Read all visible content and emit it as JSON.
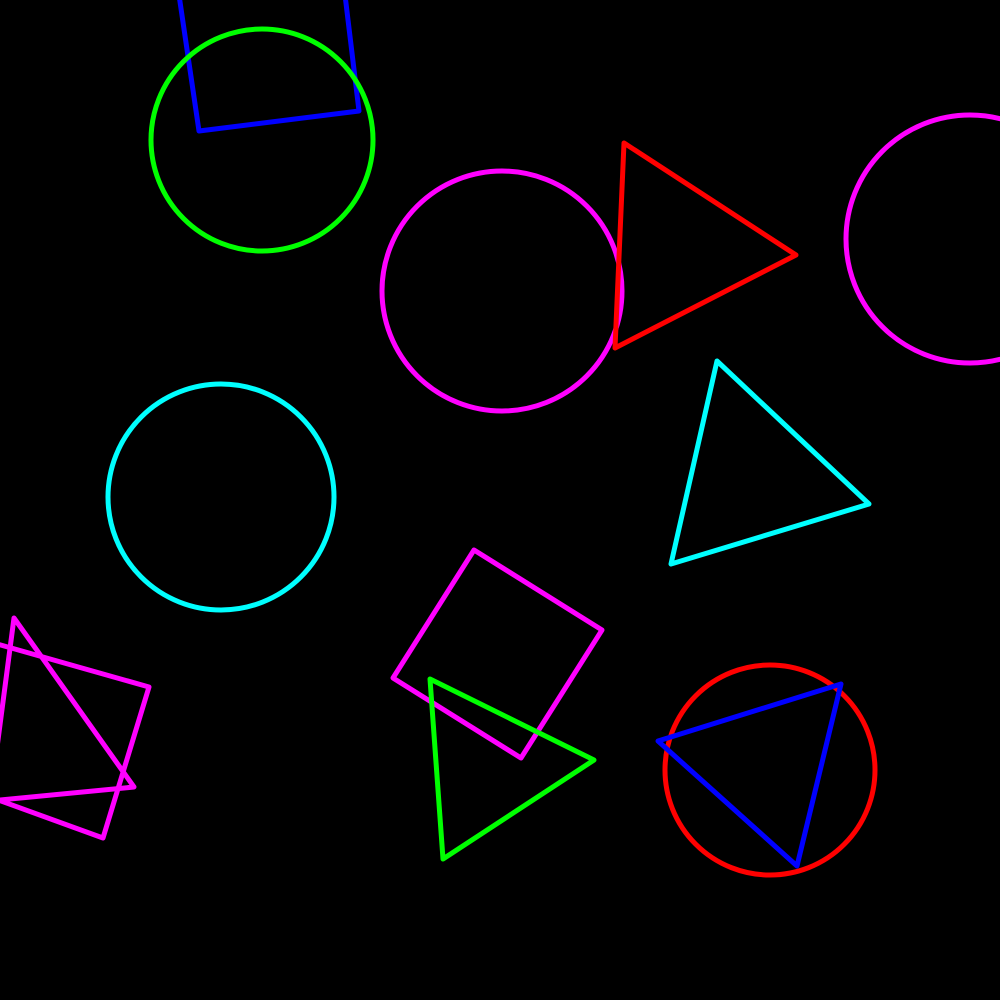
{
  "scene": {
    "background": "#000000",
    "palette": {
      "blue": "#0000ff",
      "green": "#00ff00",
      "magenta": "#ff00ff",
      "red": "#ff0000",
      "cyan": "#00ffff"
    },
    "shapes": [
      {
        "name": "blue-square-top",
        "kind": "square",
        "color": "blue"
      },
      {
        "name": "green-circle-top",
        "kind": "circle",
        "color": "green"
      },
      {
        "name": "magenta-circle-center",
        "kind": "circle",
        "color": "magenta"
      },
      {
        "name": "red-triangle-top",
        "kind": "triangle",
        "color": "red"
      },
      {
        "name": "magenta-circle-right",
        "kind": "circle",
        "color": "magenta"
      },
      {
        "name": "cyan-circle-left",
        "kind": "circle",
        "color": "cyan"
      },
      {
        "name": "cyan-triangle-right",
        "kind": "triangle",
        "color": "cyan"
      },
      {
        "name": "magenta-square-center",
        "kind": "square",
        "color": "magenta"
      },
      {
        "name": "green-triangle-bottom",
        "kind": "triangle",
        "color": "green"
      },
      {
        "name": "red-circle-bottom",
        "kind": "circle",
        "color": "red"
      },
      {
        "name": "blue-triangle-bottom",
        "kind": "triangle",
        "color": "blue"
      },
      {
        "name": "magenta-square-left",
        "kind": "square",
        "color": "magenta"
      },
      {
        "name": "magenta-triangle-left",
        "kind": "triangle",
        "color": "magenta"
      }
    ]
  }
}
